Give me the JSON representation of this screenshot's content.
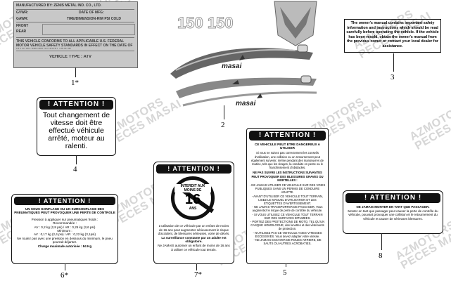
{
  "watermark": {
    "line1": "AZMOTORS",
    "line2": "PECES MASAI"
  },
  "callouts": [
    "1*",
    "2",
    "3",
    "4",
    "5",
    "6*",
    "7*",
    "8"
  ],
  "label1": {
    "manufacturer": "MANUFACTURED BY: ZENIS METAL IND. CO., LTD.",
    "date_of_mfg": "DATE OF MFG:",
    "gvwr": "GVWR:",
    "gawr": "GAWR:",
    "tire_rim_psi": "TIRE/DIMENSION-RIM    PSI COLD",
    "front": "FRONT",
    "rear": "REAR",
    "statement": "THIS VEHICLE CONFORMS TO ALL APPLICABLE U.S. FEDERAL MOTOR VEHICLE SAFETY STANDARDS IN EFFECT ON THE DATE OF MANUFACTURE SHOWN ABOVE.",
    "vehicle_type": "VEHICLE TYPE :  ATV"
  },
  "label2": {
    "model_text": "150 150",
    "brand": "masai"
  },
  "label3": {
    "text": "The owner's manual contains important safety information and instructions which should be read carefully before operating the vehicle. If the vehicle has been resold, obtain the owner's manual from the previous owner or contact your local dealer for assistance."
  },
  "label4": {
    "header": "! ATTENTION !",
    "text": "Tout changement de vitesse doit être effectué véhicule arrêté, moteur au ralenti."
  },
  "label5": {
    "header": "! ATTENTION !",
    "title": "CE VEHICULE PEUT ETRE DANGEREUX A UTILISER",
    "p1": "Si vous ne suivez pas correctement les conseils d'utilisation, une collision ou un retournement peut également survenir, même pendant des manœuvres de routine, tels que les virages, la conduite en pente ou le franchissement d'obstacles.",
    "title2": "NE PAS SUIVRE LES INSTRUCTIONS SUIVANTES PEUT PROVOQUER DES BLESSURES GRAVES OU MORTELLES :",
    "bullets": [
      "- NE JAMAIS UTILISER CE VEHICULE SUR DES VOIES PUBLIQUES SANS UN PERMIS DE CONDUIRE ADAPTE.",
      "- AVANT D'UTILISER CE VEHICULE TOUT TERRAIN, LISEZ LE MANUEL D'UTILISATION ET LES ETIQUETTES D'AVERTISSEMENT.",
      "- NE JAMAIS TRANSPORTER DE PASSAGER. Vous augmentez le risque de perte de contrôle du véhicule.",
      "- SI VOUS UTILISEZ CE VEHICULE TOUT TERRAIN SUR DES SURFACES BITUMEES.",
      "- PORTEZ DES PROTECTIONS DE MOTO, TEL QU'UN CASQUE HOMOLOGUE, des lunettes et des vêtements de protection.",
      "- N'UTILISEZ PAS CE VEHICULE A DES VITESSES EXCESSIVES. Vous devez adapter votre vitesse.",
      "- NE JAMAIS ESSAYER DE ROUES ARRIERE, DE SAUTS OU AUTRES ACROBATIES."
    ]
  },
  "label6": {
    "header": "! ATTENTION !",
    "title": "UN SOUS GONFLAGE OU UN SURGONFLAGE DES PNEUMATIQUES PEUT PROVOQUER UNE PERTE DE CONTROLE",
    "pressure_title": "Pression à appliquer sur pneumatiques froids :",
    "recommended": "Recommandée :",
    "av_rec": "AV : 0,2 kg (2,8 psi) / AR : 0,25 kg (3,6 psi)",
    "minimum": "Minimum :",
    "av_min": "AV : 0,17 kg (2,4 psi) / AR : 0,22 kg (3,1psi)",
    "note": "Ne roulez pas avec une pression en dessous du minimum, le pneu pourrait déjanter.",
    "load": "Charge maximale autorisée : 84 Kg"
  },
  "label7": {
    "header": "! ATTENTION !",
    "sign_top": "INTERDIT AUX MOINS DE",
    "sign_age": "16",
    "sign_bottom": "ANS",
    "text": "L'utilisation de ce véhicule par un enfant de moins de 16 ans peut augmenter sérieusement le risque d'accident, de blessures sérieuses, voire de décès.",
    "text2": "La surveillance constante par un adulte est obligatoire.",
    "text3": "Ne JAMAIS autoriser un enfant de moins de 16 ans à utiliser ce véhicule tout terrain."
  },
  "label8": {
    "header": "! ATTENTION !",
    "title": "NE JAMAIS MONTER EN TANT QUE PASSAGER.",
    "text": "Monter en tant que passager peut causer la perte de contrôle du véhicule, pouvant provoquer une collision et le retournement du véhicule et causer de sérieuses blessures."
  }
}
